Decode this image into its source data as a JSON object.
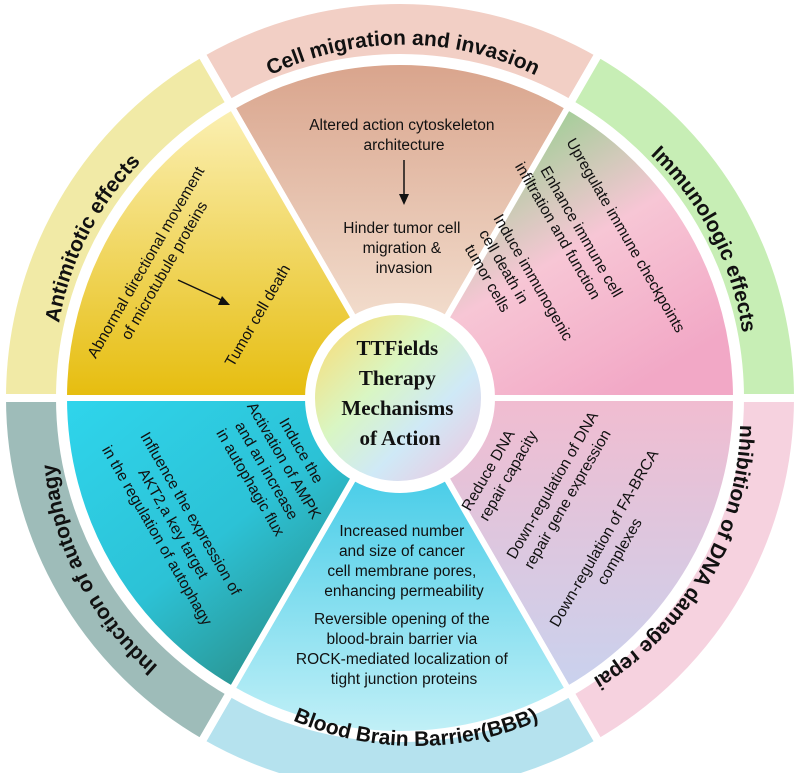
{
  "center": {
    "title_lines": [
      "TTFields",
      "Therapy",
      "Mechanisms",
      "of Action"
    ]
  },
  "sectors": [
    {
      "id": "cell-migration",
      "outer_label": "Cell  migration and invasion",
      "outer_color": "#f2cfc5",
      "inner_color_a": "#d9a48c",
      "inner_color_b": "#f2dccc",
      "inner_top": [
        "Altered action cytoskeleton",
        "architecture"
      ],
      "inner_bottom": [
        "Hinder tumor cell",
        "migration &",
        "invasion"
      ]
    },
    {
      "id": "immunologic",
      "outer_label": "Immunologic effects",
      "outer_color": "#c7eeb5",
      "inner_color_a": "#79d27a",
      "inner_color_b": "#f2a8c6",
      "inner_columns": [
        [
          "Upregulate immune checkpoints"
        ],
        [
          "Enhance immune cell",
          "infiltration and function"
        ],
        [
          "Induce immunogenic",
          "cell death in",
          "tumor cells"
        ]
      ]
    },
    {
      "id": "dna-repair",
      "outer_label": "Inhibition of DNA damage repair",
      "outer_color": "#f6d2df",
      "inner_color_a": "#f1bcd0",
      "inner_color_b": "#c9d2ee",
      "inner_columns": [
        [
          "Reduce DNA",
          "repair capacity"
        ],
        [
          "Down-regulation of DNA",
          "repair gene expression"
        ],
        [
          "Down-regulation of FA-BRCA",
          "complexes"
        ]
      ]
    },
    {
      "id": "bbb",
      "outer_label": "Blood Brain Barrier(BBB)",
      "outer_color": "#b5e2ee",
      "inner_color_a": "#49cde8",
      "inner_color_b": "#c2f0f7",
      "inner_top": [
        "Increased number",
        "and size of cancer",
        "cell membrane pores,",
        "enhancing permeability"
      ],
      "inner_bottom": [
        "Reversible opening of the",
        "blood-brain barrier via",
        "ROCK-mediated localization of",
        "tight junction proteins"
      ]
    },
    {
      "id": "autophagy",
      "outer_label": "Induction of autophagy",
      "outer_color": "#9ebcb9",
      "inner_color_a": "#2fd5ec",
      "inner_color_b": "#2a8a82",
      "inner_columns": [
        [
          "Induce the",
          "Activation of AMPK",
          "and an increase",
          "in autophagic flux"
        ],
        [
          "Influence the expression of",
          "AKT2,a key target",
          "in the regulation of autophagy"
        ]
      ]
    },
    {
      "id": "antimitotic",
      "outer_label": "Antimitotic effects",
      "outer_color": "#f1eaa6",
      "inner_color_a": "#fbf0b4",
      "inner_color_b": "#e6bd0e",
      "inner_columns": [
        [
          "Abnormal directional movement",
          "of microtubule proteins"
        ],
        [
          "Tumor cell death"
        ]
      ]
    }
  ],
  "center_colors": [
    "#ffd86a",
    "#d9f6c3",
    "#cfe9f7",
    "#f3c0da"
  ]
}
